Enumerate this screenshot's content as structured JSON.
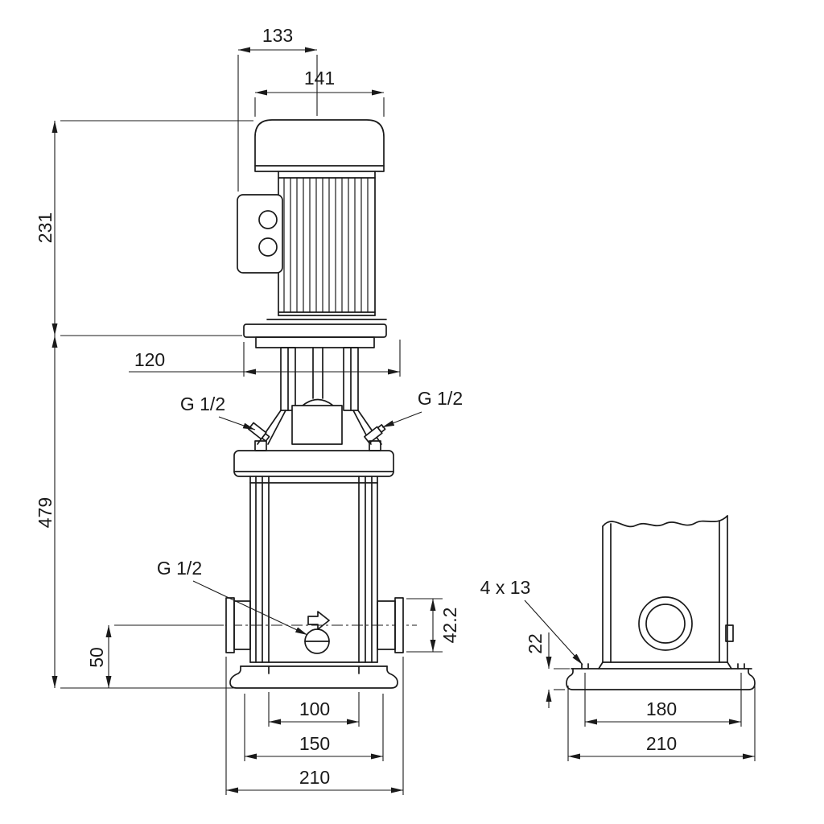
{
  "front_view": {
    "dim_133": "133",
    "dim_141": "141",
    "dim_231": "231",
    "dim_120": "120",
    "dim_479": "479",
    "plug_top_left": "G 1/2",
    "plug_top_right": "G 1/2",
    "drain_plug": "G 1/2",
    "dim_50": "50",
    "dim_42_2": "42.2",
    "dim_100": "100",
    "dim_150": "150",
    "dim_210": "210"
  },
  "side_view": {
    "bolt_holes": "4 x 13",
    "dim_22": "22",
    "dim_180": "180",
    "dim_210": "210"
  },
  "colors": {
    "line": "#1a1a1a",
    "background": "#ffffff"
  }
}
